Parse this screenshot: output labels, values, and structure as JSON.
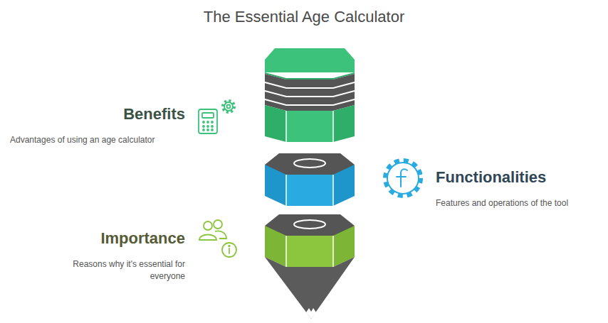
{
  "diagram": {
    "title": "The Essential Age Calculator",
    "nodes": [
      {
        "text": [
          "Benefits",
          "Advantages of using an age calculator"
        ]
      },
      {
        "text": [
          "Functionalities",
          "Features and operations of the tool"
        ]
      },
      {
        "text": [
          "Importance",
          "Reasons why it's essential for everyone"
        ]
      }
    ]
  }
}
